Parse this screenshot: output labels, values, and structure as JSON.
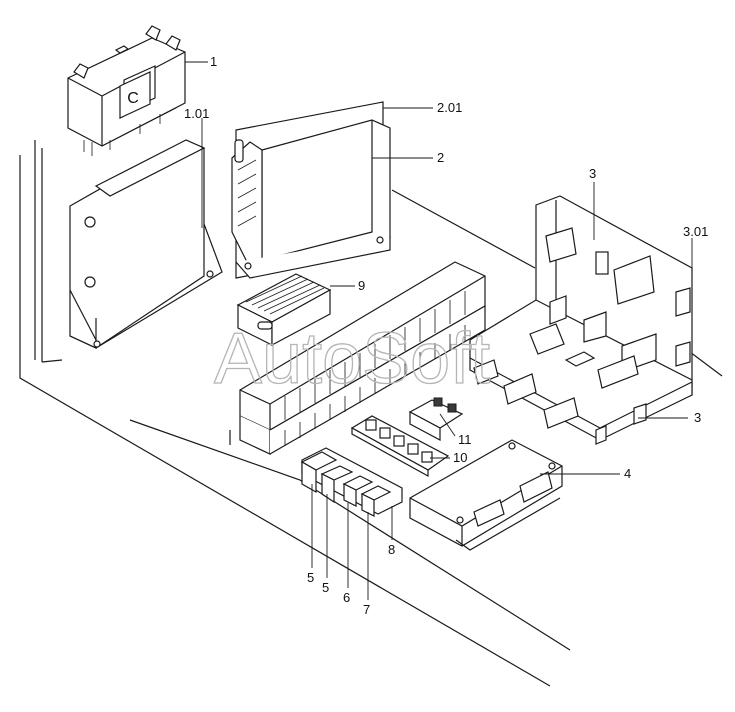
{
  "diagram": {
    "watermark": "AutoSoft",
    "module_1_letter": "C",
    "callouts": [
      {
        "id": "1",
        "text": "1"
      },
      {
        "id": "1.01",
        "text": "1.01"
      },
      {
        "id": "2.01",
        "text": "2.01"
      },
      {
        "id": "2",
        "text": "2"
      },
      {
        "id": "3-top",
        "text": "3"
      },
      {
        "id": "3.01",
        "text": "3.01"
      },
      {
        "id": "3-right",
        "text": "3"
      },
      {
        "id": "9",
        "text": "9"
      },
      {
        "id": "11",
        "text": "11"
      },
      {
        "id": "10",
        "text": "10"
      },
      {
        "id": "4",
        "text": "4"
      },
      {
        "id": "8",
        "text": "8"
      },
      {
        "id": "5a",
        "text": "5"
      },
      {
        "id": "5b",
        "text": "5"
      },
      {
        "id": "6",
        "text": "6"
      },
      {
        "id": "7",
        "text": "7"
      }
    ]
  }
}
